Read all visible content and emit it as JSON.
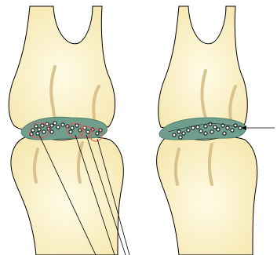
{
  "figure": {
    "panels": [
      {
        "name": "left-joint",
        "region_outline_count": 4
      },
      {
        "name": "right-joint",
        "pointer_line": true
      }
    ]
  },
  "colors": {
    "bone_fill": "#fbf2c8",
    "bone_stroke": "#000000",
    "growth_line": "#d8c28e",
    "joint_disc": "#6f9e8c",
    "disc_stroke": "#4f7f6c",
    "marker_outline": "#e05a5a",
    "cell_fill": "#ffffff",
    "cell_stroke": "#111111",
    "background": "#ffffff"
  }
}
